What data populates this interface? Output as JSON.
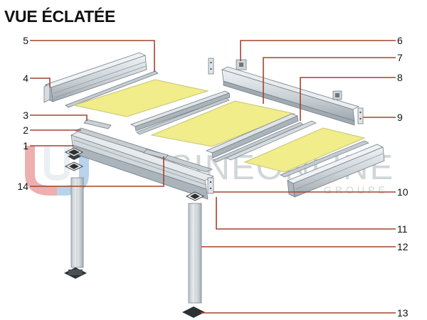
{
  "title": "VUE ÉCLATÉE",
  "callouts": [
    "1",
    "2",
    "3",
    "4",
    "5",
    "6",
    "7",
    "8",
    "9",
    "10",
    "11",
    "12",
    "13",
    "14"
  ],
  "watermark": {
    "brand": "USINEONLINE",
    "sub": "GROUPE"
  },
  "colors": {
    "leader": "#a4432f",
    "panel": "#f0ed8a",
    "panel_edge": "#c8c37a",
    "metal_light": "#e4e9ec",
    "metal_mid": "#c4ccd1",
    "metal_dark": "#98a3aa",
    "metal_edge": "#727d84",
    "watermark": "#9aa3a9",
    "watermark_red": "#e06e6e",
    "watermark_blue": "#7fb0dc"
  }
}
